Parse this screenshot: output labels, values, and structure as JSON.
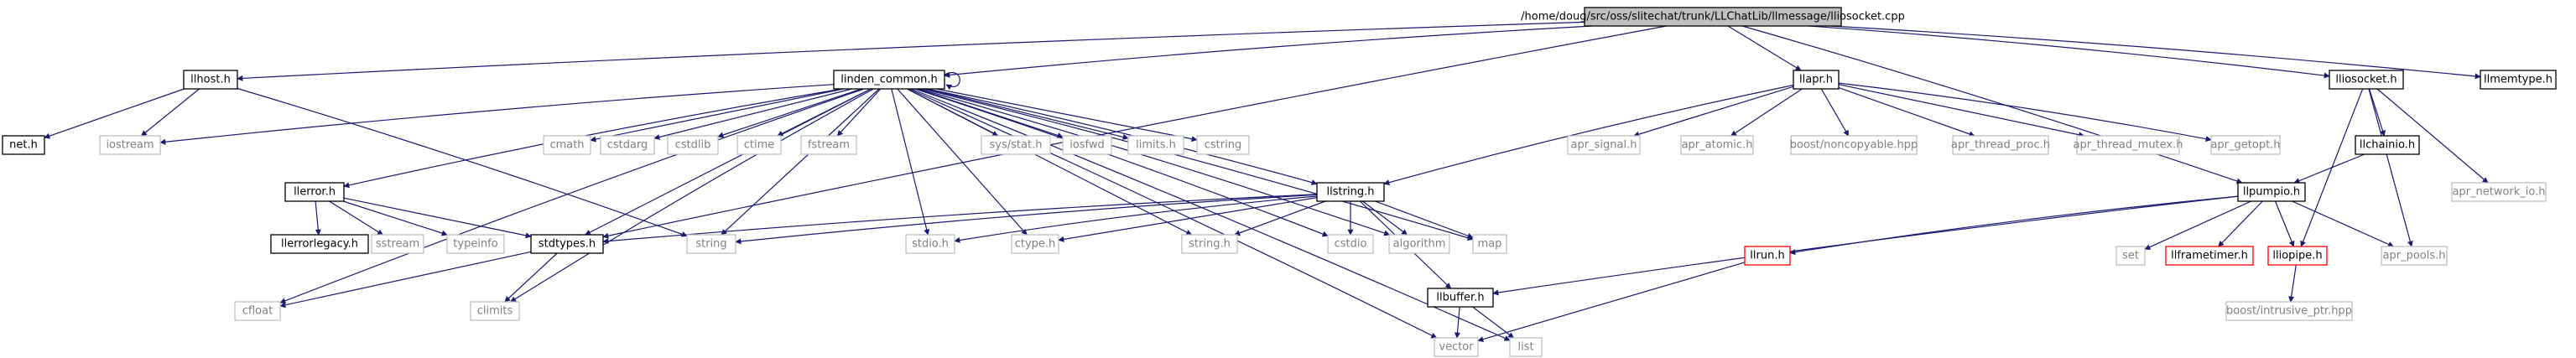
{
  "colors": {
    "edge": "#191970",
    "root_fill": "#c0c0c0",
    "normal_border": "#000000",
    "external_border": "#bfbfbf",
    "red_border": "#ff0000",
    "external_text": "#808080"
  },
  "nodes": {
    "root": "/home/doug/src/oss/slitechat/trunk/LLChatLib/llmessage/lliosocket.cpp",
    "llhost": "llhost.h",
    "linden_common": "linden_common.h",
    "llapr": "llapr.h",
    "lliosocket": "lliosocket.h",
    "llmemtype": "llmemtype.h",
    "neth": "net.h",
    "iostream": "iostream",
    "cmath": "cmath",
    "cstdarg": "cstdarg",
    "cstdlib": "cstdlib",
    "ctime": "ctime",
    "fstream": "fstream",
    "sysstat": "sys/stat.h",
    "iosfwd": "iosfwd",
    "limits": "limits.h",
    "cstring": "cstring",
    "llerror": "llerror.h",
    "llerrorlegacy": "llerrorlegacy.h",
    "sstream": "sstream",
    "typeinfo": "typeinfo",
    "stdtypes": "stdtypes.h",
    "llstring": "llstring.h",
    "stringh": "string.h",
    "stdio": "stdio.h",
    "ctype": "ctype.h",
    "cstdio": "cstdio",
    "algorithm": "algorithm",
    "map": "map",
    "string": "string",
    "cfloat": "cfloat",
    "climits": "climits",
    "llbuffer": "llbuffer.h",
    "vector": "vector",
    "list": "list",
    "apr_signal": "apr_signal.h",
    "apr_atomic": "apr_atomic.h",
    "boost_noncopyable": "boost/noncopyable.hpp",
    "apr_thread_proc": "apr_thread_proc.h",
    "apr_thread_mutex": "apr_thread_mutex.h",
    "apr_getopt": "apr_getopt.h",
    "llchainio": "llchainio.h",
    "apr_network_io": "apr_network_io.h",
    "llpumpio": "llpumpio.h",
    "set": "set",
    "llframetimer": "llframetimer.h",
    "lliopipe": "lliopipe.h",
    "apr_pools": "apr_pools.h",
    "llrun": "llrun.h",
    "boost_intrusive": "boost/intrusive_ptr.hpp"
  }
}
